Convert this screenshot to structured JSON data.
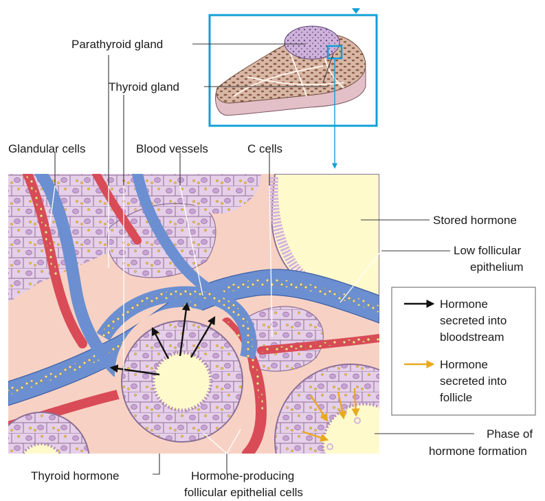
{
  "colors": {
    "frame_blue": "#12a0d6",
    "artery_red": "#d94b57",
    "vein_blue": "#6b8fd1",
    "follicle_cell": "#e6cfe8",
    "nucleus": "#c9a3d6",
    "colloid": "#fffacc",
    "stroma": "#f7d2c4",
    "hormone_yellow": "#e8a91c",
    "hormone_black": "#111111"
  },
  "labels": {
    "parathyroid_gland": "Parathyroid gland",
    "thyroid_gland": "Thyroid gland",
    "glandular_cells": "Glandular cells",
    "blood_vessels": "Blood vessels",
    "c_cells": "C cells",
    "stored_hormone": "Stored hormone",
    "low_follicular_line1": "Low follicular",
    "low_follicular_line2": "epithelium",
    "phase_line1": "Phase of",
    "phase_line2": "hormone formation",
    "thyroid_hormone": "Thyroid hormone",
    "producing_line1": "Hormone-producing",
    "producing_line2": "follicular epithelial cells"
  },
  "legend": {
    "items": [
      {
        "lines": [
          "Hormone",
          "secreted into",
          "bloodstream"
        ],
        "arrow_color": "#111111",
        "icon": "black-arrow-icon"
      },
      {
        "lines": [
          "Hormone",
          "secreted into",
          "follicle"
        ],
        "arrow_color": "#e8a91c",
        "icon": "yellow-arrow-icon"
      }
    ]
  }
}
